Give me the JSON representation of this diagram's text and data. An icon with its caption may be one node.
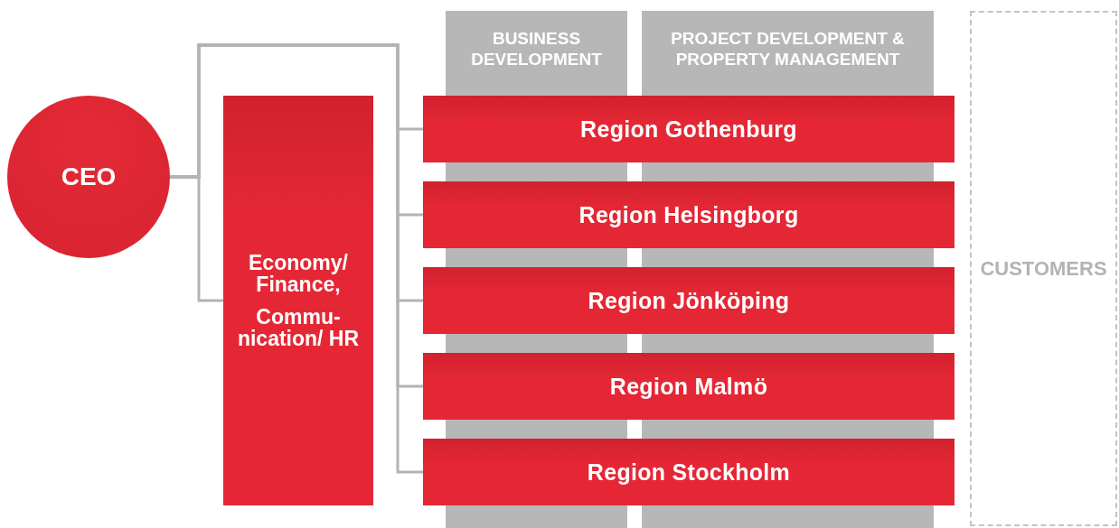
{
  "diagram": {
    "nodes": [
      {
        "text": [
          "CEO"
        ]
      },
      {
        "text": [
          "Economy/ Finance,",
          "Commu- nication/ HR"
        ]
      },
      {
        "text": [
          "BUSINESS DEVELOPMENT"
        ]
      },
      {
        "text": [
          "PROJECT DEVELOPMENT & PROPERTY MANAGEMENT"
        ]
      },
      {
        "text": [
          "CUSTOMERS"
        ]
      },
      {
        "text": [
          "Region Gothenburg"
        ]
      },
      {
        "text": [
          "Region Helsingborg"
        ]
      },
      {
        "text": [
          "Region Jönköping"
        ]
      },
      {
        "text": [
          "Region Malmö"
        ]
      },
      {
        "text": [
          "Region Stockholm"
        ]
      }
    ],
    "edges": [
      {
        "from": 0,
        "to": 1,
        "arrow": "none"
      },
      {
        "from": 0,
        "to": 5,
        "arrow": "none"
      },
      {
        "from": 0,
        "to": 6,
        "arrow": "none"
      },
      {
        "from": 0,
        "to": 7,
        "arrow": "none"
      },
      {
        "from": 0,
        "to": 8,
        "arrow": "none"
      },
      {
        "from": 0,
        "to": 9,
        "arrow": "none"
      }
    ]
  }
}
